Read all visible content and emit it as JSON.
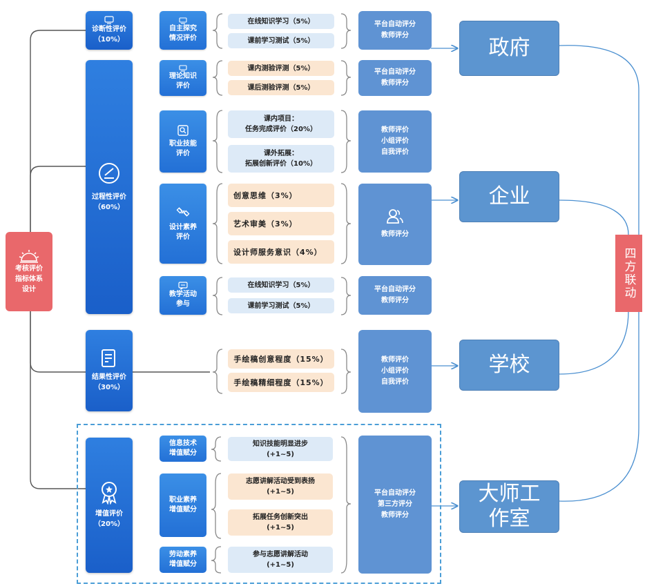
{
  "root": {
    "lines": [
      "考核评价",
      "指标体系",
      "设计"
    ]
  },
  "categories": [
    {
      "name": "诊断性评价",
      "weight": "（10%）"
    },
    {
      "name": "过程性评价",
      "weight": "（60%）"
    },
    {
      "name": "结果性评价",
      "weight": "（30%）"
    },
    {
      "name": "增值评价",
      "weight": "（20%）"
    }
  ],
  "subs": [
    {
      "lines": [
        "自主探究",
        "情况评价"
      ]
    },
    {
      "lines": [
        "理论知识",
        "评价"
      ]
    },
    {
      "lines": [
        "职业技能",
        "评价"
      ]
    },
    {
      "lines": [
        "设计素养",
        "评价"
      ]
    },
    {
      "lines": [
        "教学活动",
        "参与"
      ]
    },
    {
      "lines": [
        "信息技术",
        "增值赋分"
      ]
    },
    {
      "lines": [
        "职业素养",
        "增值赋分"
      ]
    },
    {
      "lines": [
        "劳动素养",
        "增值赋分"
      ]
    }
  ],
  "indicators": [
    "在线知识学习（5%）",
    "课前学习测试（5%）",
    "课内测验评测（5%）",
    "课后测验评测（5%）",
    "课内项目：\n任务完成评价（20%）",
    "课外拓展：\n拓展创新评价（10%）",
    "创意思维（3%）",
    "艺术审美（3%）",
    "设计师服务意识（4%）",
    "在线知识学习（5%）",
    "课前学习测试（5%）",
    "手绘稿创意程度（15%）",
    "手绘稿精细程度（15%）",
    "知识技能明显进步\n(+1~5)",
    "志愿讲解活动受到表扬\n(+1~5)",
    "拓展任务创新突出\n(+1~5)",
    "参与志愿讲解活动\n(+1~5)"
  ],
  "evaluators": [
    {
      "lines": [
        "平台自动评分",
        "教师评分"
      ]
    },
    {
      "lines": [
        "平台自动评分",
        "教师评分"
      ]
    },
    {
      "lines": [
        "教师评价",
        "小组评价",
        "自我评价"
      ]
    },
    {
      "lines": [
        "教师评分"
      ]
    },
    {
      "lines": [
        "平台自动评分",
        "教师评分"
      ]
    },
    {
      "lines": [
        "教师评价",
        "小组评价",
        "自我评价"
      ]
    },
    {
      "lines": [
        "平台自动评分",
        "第三方评分",
        "教师评分"
      ]
    }
  ],
  "parties": [
    {
      "lines": [
        "政府"
      ]
    },
    {
      "lines": [
        "企业"
      ]
    },
    {
      "lines": [
        "学校"
      ]
    },
    {
      "lines": [
        "大师工",
        "作室"
      ]
    }
  ],
  "linkage": "四方联动",
  "colors": {
    "blue_dark": "#1a5fc9",
    "blue_mid": "#2f7fe0",
    "eval_blue": "#5f93d3",
    "party_blue": "#5c95d0",
    "red": "#e9686b",
    "tag_blue": "#ddeaf7",
    "tag_orange": "#fbe6d1",
    "line": "#4a8fd0"
  }
}
